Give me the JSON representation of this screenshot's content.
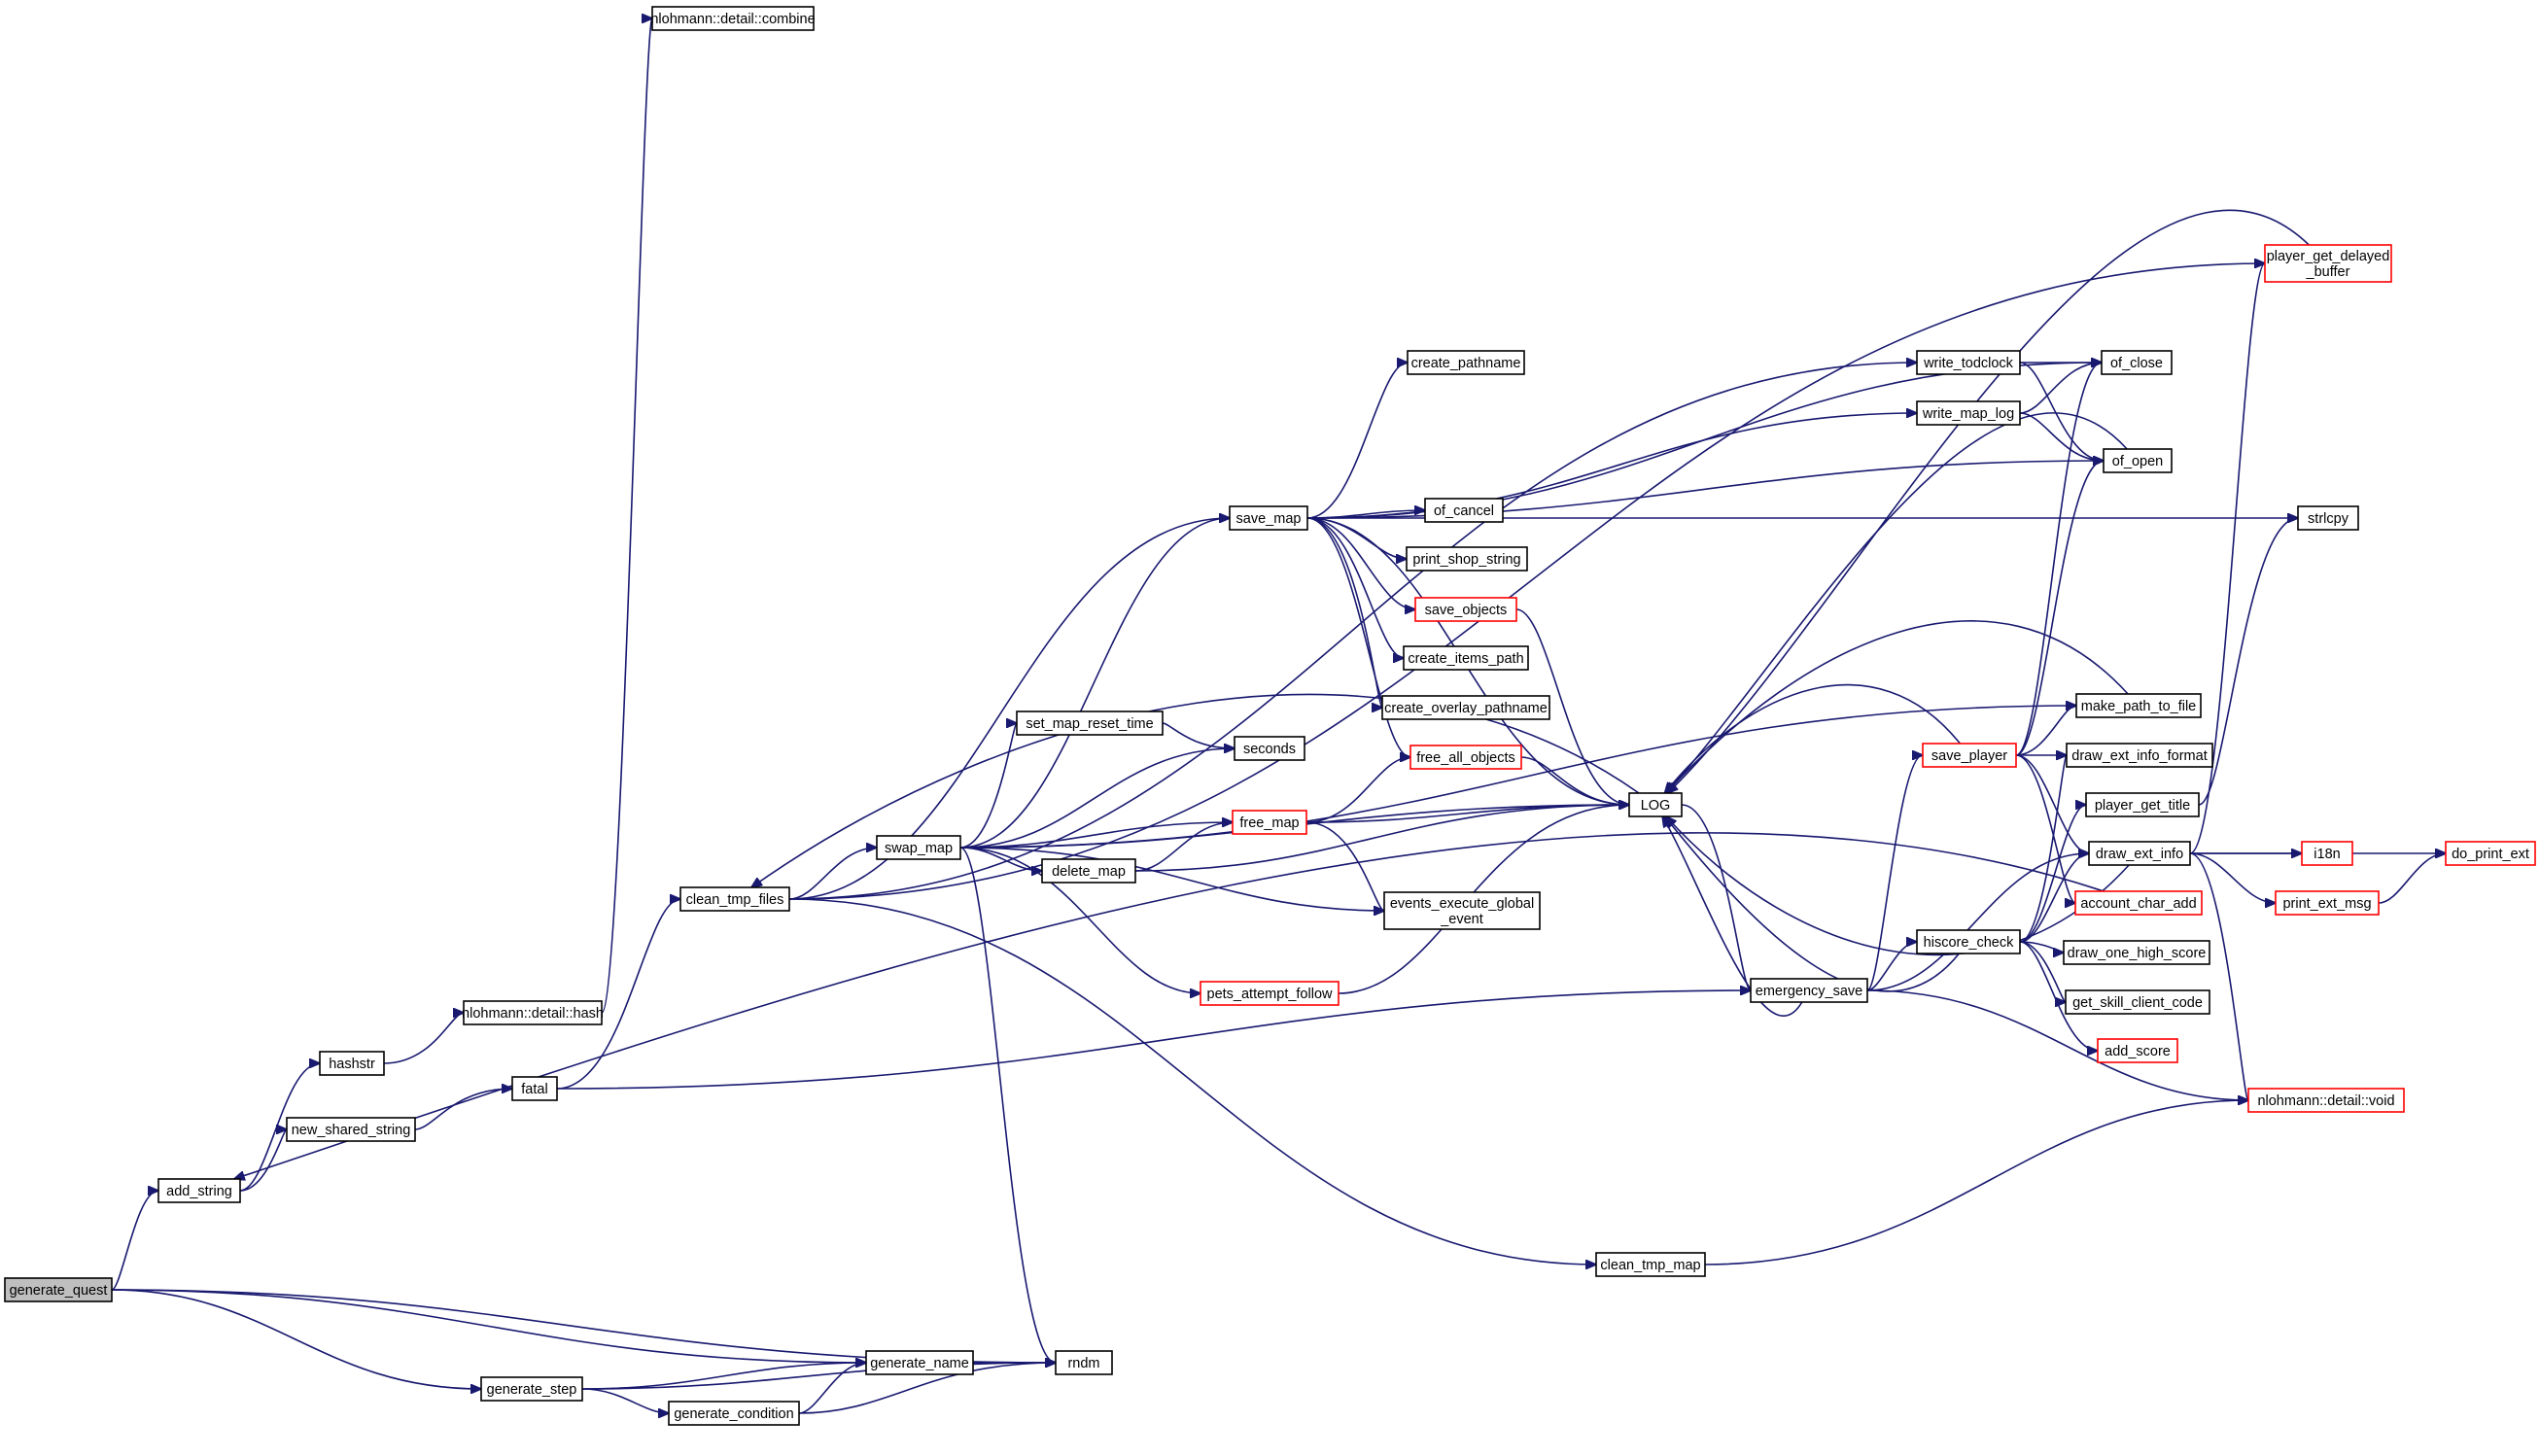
{
  "graph": {
    "edge_color": "#191970",
    "truncated_node_color": "#ff0000",
    "root_fill": "#bfbfbf",
    "nodes": [
      {
        "id": "generate_quest",
        "label": "generate_quest",
        "root": true
      },
      {
        "id": "add_string",
        "label": "add_string"
      },
      {
        "id": "hashstr",
        "label": "hashstr"
      },
      {
        "id": "new_shared_string",
        "label": "new_shared_string"
      },
      {
        "id": "nl_hash",
        "label": "nlohmann::detail::hash"
      },
      {
        "id": "nl_combine",
        "label": "nlohmann::detail::combine"
      },
      {
        "id": "fatal",
        "label": "fatal"
      },
      {
        "id": "clean_tmp_files",
        "label": "clean_tmp_files"
      },
      {
        "id": "swap_map",
        "label": "swap_map"
      },
      {
        "id": "save_map",
        "label": "save_map"
      },
      {
        "id": "set_map_reset_time",
        "label": "set_map_reset_time"
      },
      {
        "id": "seconds",
        "label": "seconds"
      },
      {
        "id": "free_map",
        "label": "free_map",
        "truncated": true
      },
      {
        "id": "delete_map",
        "label": "delete_map"
      },
      {
        "id": "events_execute_global_event",
        "label": "events_execute_global\n_event"
      },
      {
        "id": "pets_attempt_follow",
        "label": "pets_attempt_follow",
        "truncated": true
      },
      {
        "id": "create_pathname",
        "label": "create_pathname"
      },
      {
        "id": "of_cancel",
        "label": "of_cancel"
      },
      {
        "id": "print_shop_string",
        "label": "print_shop_string"
      },
      {
        "id": "save_objects",
        "label": "save_objects",
        "truncated": true
      },
      {
        "id": "create_items_path",
        "label": "create_items_path"
      },
      {
        "id": "create_overlay_pathname",
        "label": "create_overlay_pathname"
      },
      {
        "id": "free_all_objects",
        "label": "free_all_objects",
        "truncated": true
      },
      {
        "id": "LOG",
        "label": "LOG"
      },
      {
        "id": "emergency_save",
        "label": "emergency_save"
      },
      {
        "id": "hiscore_check",
        "label": "hiscore_check"
      },
      {
        "id": "save_player",
        "label": "save_player",
        "truncated": true
      },
      {
        "id": "write_todclock",
        "label": "write_todclock"
      },
      {
        "id": "write_map_log",
        "label": "write_map_log"
      },
      {
        "id": "of_close",
        "label": "of_close"
      },
      {
        "id": "of_open",
        "label": "of_open"
      },
      {
        "id": "make_path_to_file",
        "label": "make_path_to_file"
      },
      {
        "id": "draw_ext_info_format",
        "label": "draw_ext_info_format"
      },
      {
        "id": "player_get_title",
        "label": "player_get_title"
      },
      {
        "id": "draw_ext_info",
        "label": "draw_ext_info"
      },
      {
        "id": "account_char_add",
        "label": "account_char_add",
        "truncated": true
      },
      {
        "id": "draw_one_high_score",
        "label": "draw_one_high_score"
      },
      {
        "id": "get_skill_client_code",
        "label": "get_skill_client_code"
      },
      {
        "id": "add_score",
        "label": "add_score",
        "truncated": true
      },
      {
        "id": "player_get_delayed_buffer",
        "label": "player_get_delayed\n_buffer",
        "truncated": true
      },
      {
        "id": "strlcpy",
        "label": "strlcpy"
      },
      {
        "id": "i18n",
        "label": "i18n",
        "truncated": true
      },
      {
        "id": "print_ext_msg",
        "label": "print_ext_msg",
        "truncated": true
      },
      {
        "id": "do_print_ext",
        "label": "do_print_ext",
        "truncated": true
      },
      {
        "id": "nl_void",
        "label": "nlohmann::detail::void",
        "truncated": true
      },
      {
        "id": "clean_tmp_map",
        "label": "clean_tmp_map"
      },
      {
        "id": "generate_step",
        "label": "generate_step"
      },
      {
        "id": "generate_name",
        "label": "generate_name"
      },
      {
        "id": "generate_condition",
        "label": "generate_condition"
      },
      {
        "id": "rndm",
        "label": "rndm"
      }
    ],
    "edges": [
      [
        "generate_quest",
        "add_string"
      ],
      [
        "generate_quest",
        "rndm"
      ],
      [
        "generate_quest",
        "generate_name"
      ],
      [
        "generate_quest",
        "generate_step"
      ],
      [
        "add_string",
        "hashstr"
      ],
      [
        "add_string",
        "new_shared_string"
      ],
      [
        "hashstr",
        "nl_hash"
      ],
      [
        "nl_hash",
        "nl_combine"
      ],
      [
        "new_shared_string",
        "fatal"
      ],
      [
        "fatal",
        "clean_tmp_files"
      ],
      [
        "fatal",
        "emergency_save"
      ],
      [
        "clean_tmp_files",
        "swap_map"
      ],
      [
        "clean_tmp_files",
        "save_map"
      ],
      [
        "clean_tmp_files",
        "write_todclock"
      ],
      [
        "clean_tmp_files",
        "player_get_delayed_buffer"
      ],
      [
        "clean_tmp_files",
        "clean_tmp_map"
      ],
      [
        "swap_map",
        "save_map"
      ],
      [
        "swap_map",
        "set_map_reset_time"
      ],
      [
        "swap_map",
        "seconds"
      ],
      [
        "swap_map",
        "free_map"
      ],
      [
        "swap_map",
        "delete_map"
      ],
      [
        "swap_map",
        "events_execute_global_event"
      ],
      [
        "swap_map",
        "pets_attempt_follow"
      ],
      [
        "swap_map",
        "LOG"
      ],
      [
        "swap_map",
        "rndm"
      ],
      [
        "swap_map",
        "make_path_to_file"
      ],
      [
        "set_map_reset_time",
        "seconds"
      ],
      [
        "delete_map",
        "free_map"
      ],
      [
        "delete_map",
        "LOG"
      ],
      [
        "free_map",
        "free_all_objects"
      ],
      [
        "free_map",
        "events_execute_global_event"
      ],
      [
        "free_map",
        "LOG"
      ],
      [
        "pets_attempt_follow",
        "LOG"
      ],
      [
        "save_map",
        "create_pathname"
      ],
      [
        "save_map",
        "of_cancel"
      ],
      [
        "save_map",
        "print_shop_string"
      ],
      [
        "save_map",
        "save_objects"
      ],
      [
        "save_map",
        "create_items_path"
      ],
      [
        "save_map",
        "create_overlay_pathname"
      ],
      [
        "save_map",
        "free_all_objects"
      ],
      [
        "save_map",
        "LOG"
      ],
      [
        "save_map",
        "of_close"
      ],
      [
        "save_map",
        "of_open"
      ],
      [
        "save_map",
        "write_map_log"
      ],
      [
        "save_map",
        "strlcpy"
      ],
      [
        "save_objects",
        "LOG"
      ],
      [
        "free_all_objects",
        "LOG"
      ],
      [
        "LOG",
        "emergency_save"
      ],
      [
        "LOG",
        "clean_tmp_files"
      ],
      [
        "emergency_save",
        "LOG"
      ],
      [
        "emergency_save",
        "hiscore_check"
      ],
      [
        "emergency_save",
        "save_player"
      ],
      [
        "emergency_save",
        "draw_ext_info"
      ],
      [
        "emergency_save",
        "nl_void"
      ],
      [
        "write_todclock",
        "of_close"
      ],
      [
        "write_todclock",
        "of_open"
      ],
      [
        "write_map_log",
        "of_close"
      ],
      [
        "write_map_log",
        "of_open"
      ],
      [
        "of_open",
        "LOG"
      ],
      [
        "make_path_to_file",
        "LOG"
      ],
      [
        "player_get_delayed_buffer",
        "LOG"
      ],
      [
        "save_player",
        "LOG"
      ],
      [
        "save_player",
        "of_close"
      ],
      [
        "save_player",
        "of_open"
      ],
      [
        "save_player",
        "make_path_to_file"
      ],
      [
        "save_player",
        "draw_ext_info_format"
      ],
      [
        "save_player",
        "draw_ext_info"
      ],
      [
        "save_player",
        "account_char_add"
      ],
      [
        "hiscore_check",
        "LOG"
      ],
      [
        "hiscore_check",
        "draw_ext_info_format"
      ],
      [
        "hiscore_check",
        "player_get_title"
      ],
      [
        "hiscore_check",
        "draw_ext_info"
      ],
      [
        "hiscore_check",
        "draw_one_high_score"
      ],
      [
        "hiscore_check",
        "get_skill_client_code"
      ],
      [
        "hiscore_check",
        "add_score"
      ],
      [
        "draw_ext_info",
        "LOG"
      ],
      [
        "draw_ext_info",
        "i18n"
      ],
      [
        "draw_ext_info",
        "print_ext_msg"
      ],
      [
        "draw_ext_info",
        "do_print_ext"
      ],
      [
        "draw_ext_info",
        "nl_void"
      ],
      [
        "draw_ext_info",
        "player_get_delayed_buffer"
      ],
      [
        "print_ext_msg",
        "do_print_ext"
      ],
      [
        "player_get_title",
        "strlcpy"
      ],
      [
        "account_char_add",
        "add_string"
      ],
      [
        "clean_tmp_map",
        "nl_void"
      ],
      [
        "generate_step",
        "generate_name"
      ],
      [
        "generate_step",
        "generate_condition"
      ],
      [
        "generate_step",
        "rndm"
      ],
      [
        "generate_name",
        "rndm"
      ],
      [
        "generate_condition",
        "generate_name"
      ],
      [
        "generate_condition",
        "rndm"
      ]
    ]
  }
}
